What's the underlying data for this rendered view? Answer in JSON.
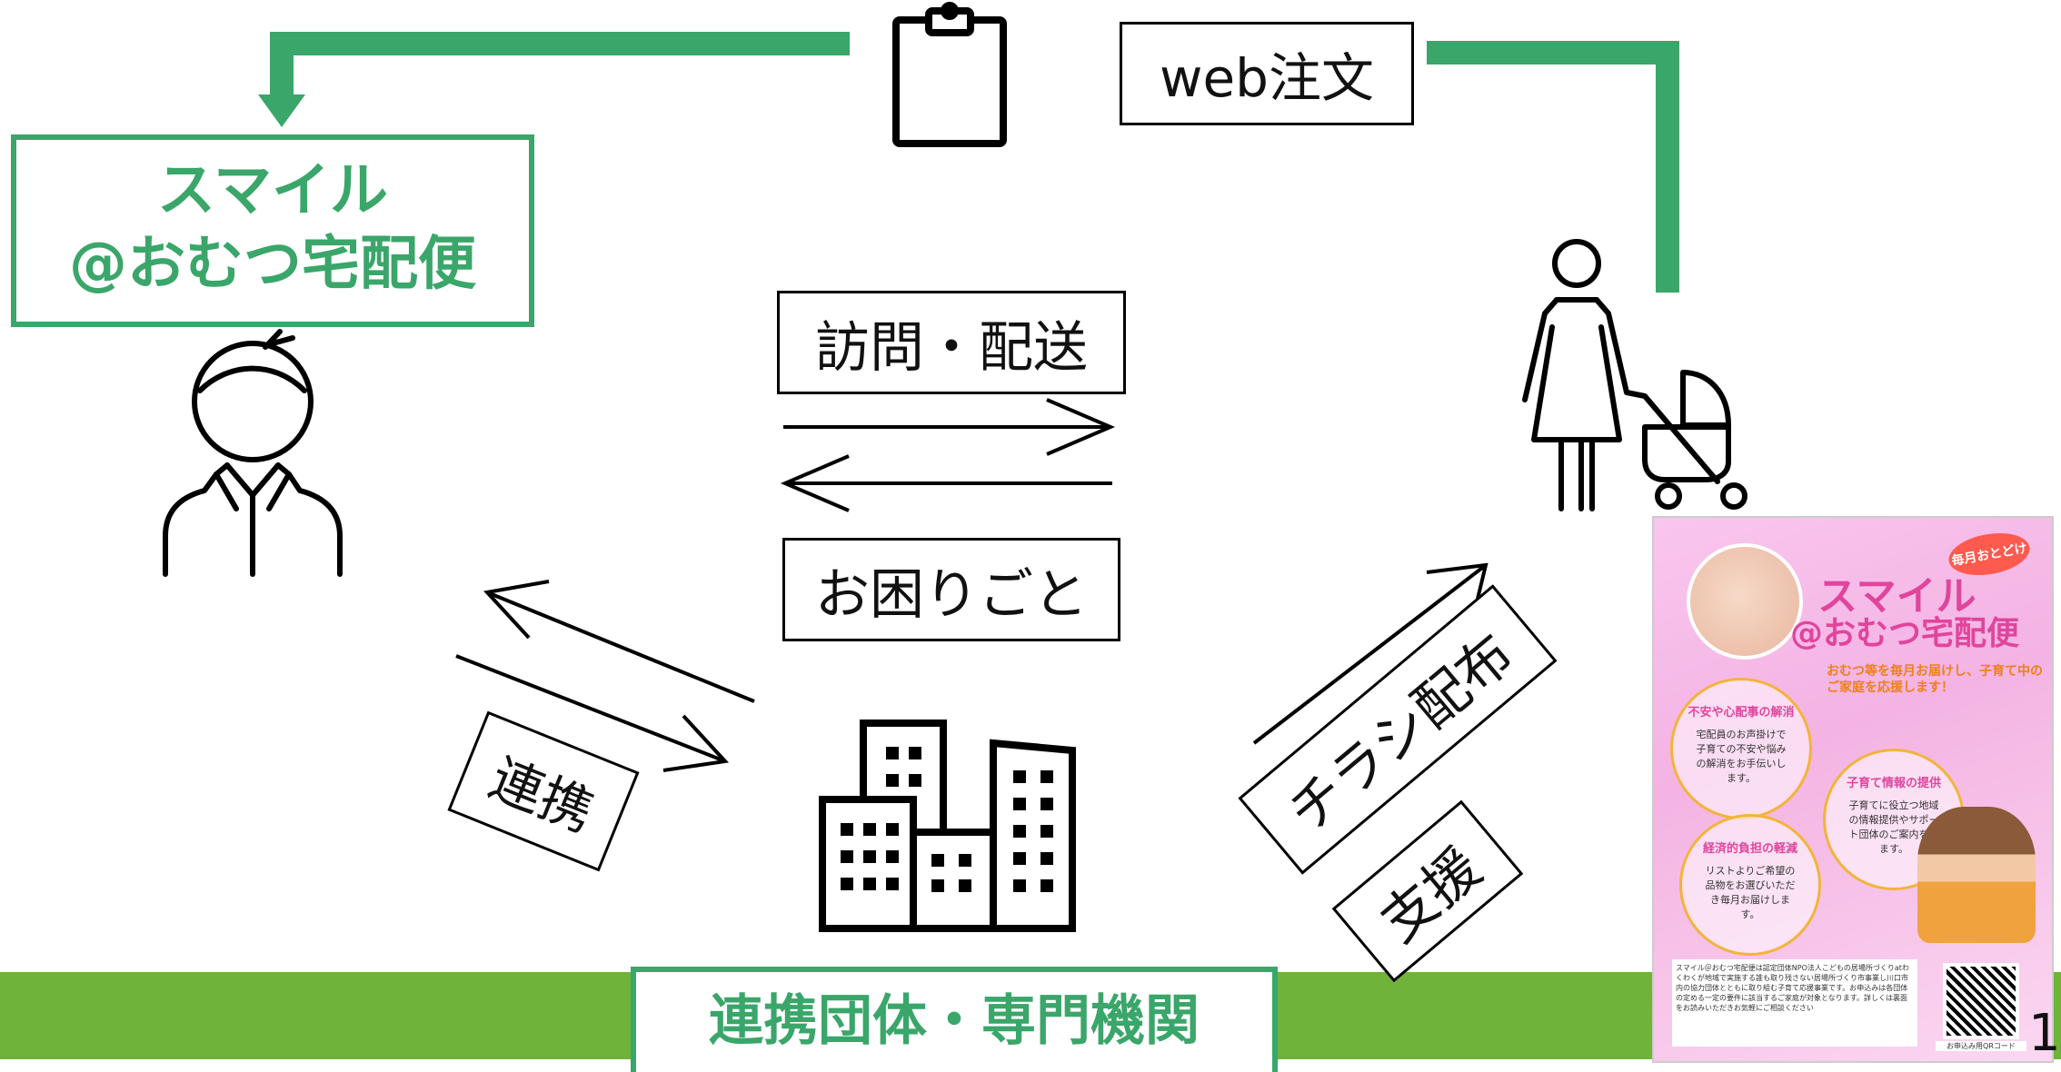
{
  "labels": {
    "service_name_line1": "スマイル",
    "service_name_line2": "@おむつ宅配便",
    "web_order": "web注文",
    "visit_delivery": "訪問・配送",
    "troubles": "お困りごと",
    "cooperation": "連携",
    "flyer_distribution": "チラシ配布",
    "support": "支援",
    "partner_orgs": "連携団体・専門機関",
    "page_number": "1"
  },
  "flyer": {
    "badge": "毎月おとどけ",
    "title_line1": "スマイル",
    "title_line2": "@おむつ宅配便",
    "subtitle": "おむつ等を毎月お届けし、子育て中のご家庭を応援します！",
    "features": [
      {
        "title": "不安や心配事の解消",
        "text": "宅配員のお声掛けで子育ての不安や悩みの解消をお手伝いします。"
      },
      {
        "title": "子育て情報の提供",
        "text": "子育てに役立つ地域の情報提供やサポート団体のご案内をします。"
      },
      {
        "title": "経済的負担の軽減",
        "text": "リストよりご希望の品物をお選びいただき毎月お届けします。"
      }
    ],
    "note": "スマイル＠おむつ宅配便は認定団体NPO法人こどもの居場所づくりatわくわくが地域で実施する誰も取り残さない居場所づくり市事業し川口市内の協力団体とともに取り組む子育て応援事業です。お申込みは各団体の定める一定の要件に該当するご家庭が対象となります。詳しくは裏面をお読みいただきお気軽にご相談ください",
    "qr_label": "お申込み用QRコード"
  },
  "colors": {
    "accent_green": "#3aa66a",
    "bar_green": "#6fb33a",
    "flyer_pink": "#e0459c"
  }
}
